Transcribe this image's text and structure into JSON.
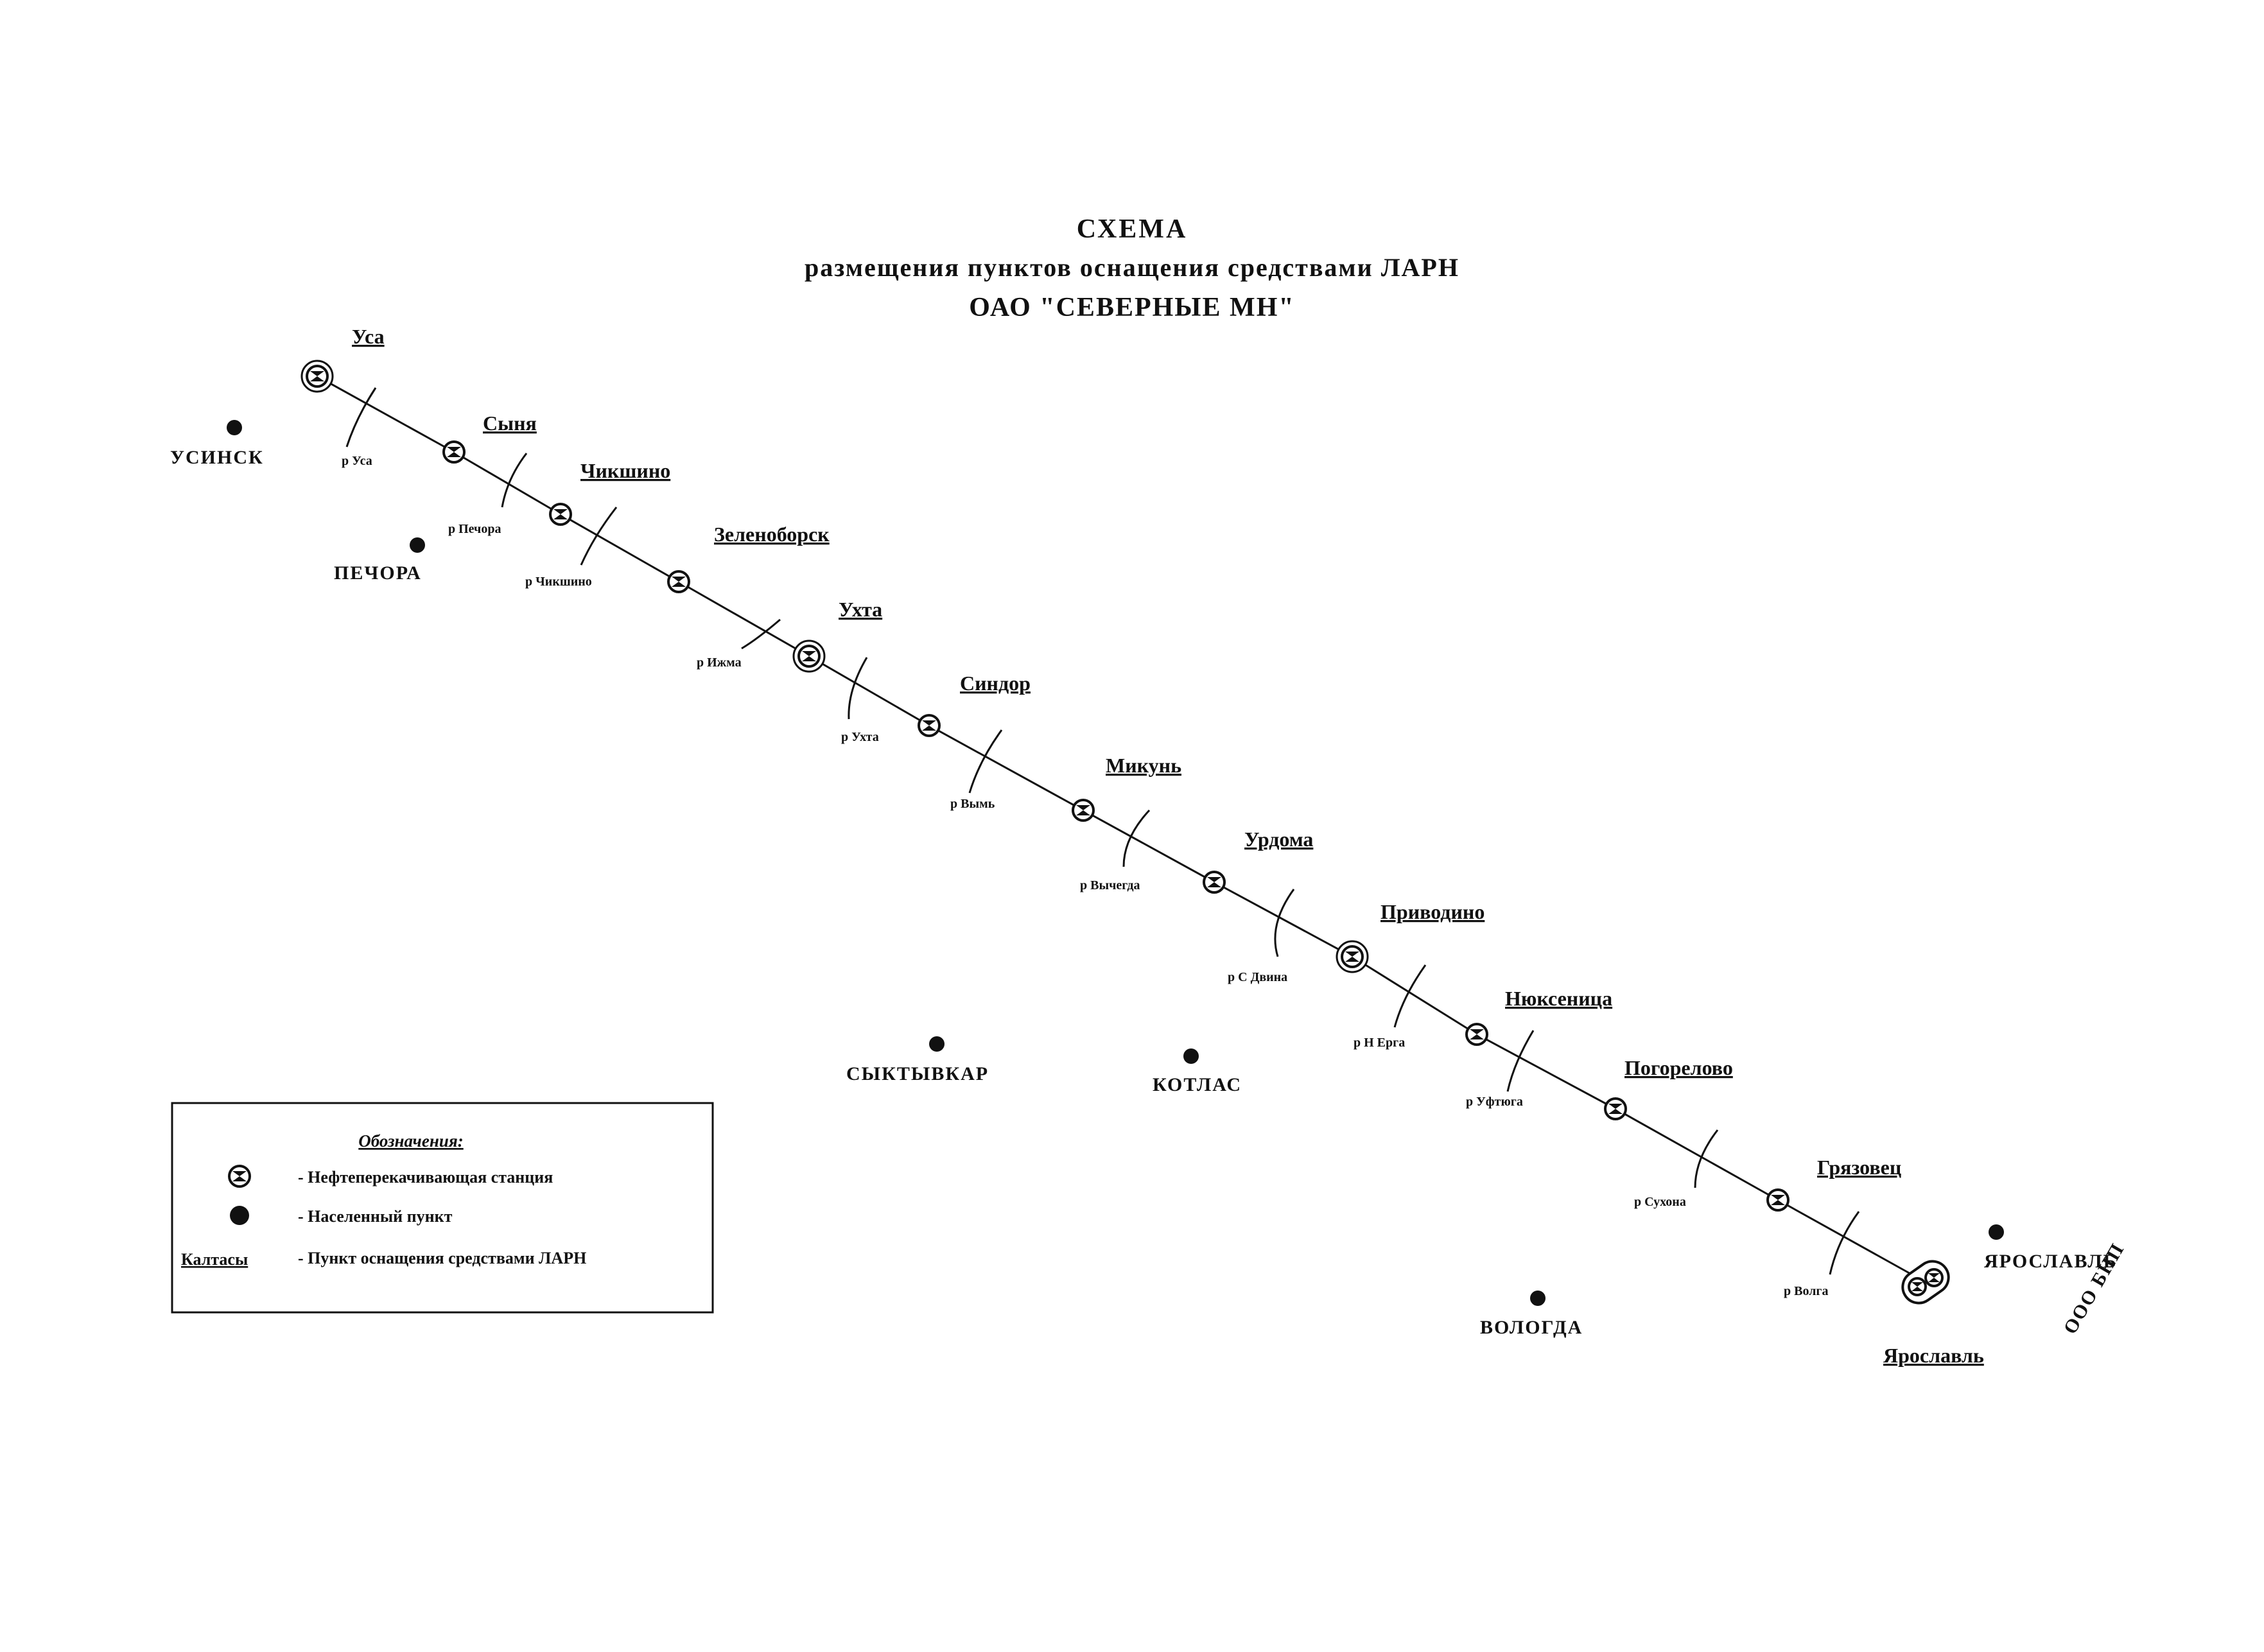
{
  "title": {
    "line1": "СХЕМА",
    "line2": "размещения пунктов оснащения средствами ЛАРН",
    "line3": "ОАО \"СЕВЕРНЫЕ МН\""
  },
  "colors": {
    "ink": "#111111",
    "background": "#ffffff"
  },
  "stations": [
    {
      "id": "usa",
      "name": "Уса",
      "type": "larn"
    },
    {
      "id": "synya",
      "name": "Сыня",
      "type": "pump"
    },
    {
      "id": "chikshino",
      "name": "Чикшино",
      "type": "pump"
    },
    {
      "id": "zelenoborsk",
      "name": "Зеленоборск",
      "type": "pump"
    },
    {
      "id": "ukhta",
      "name": "Ухта",
      "type": "larn"
    },
    {
      "id": "sindor",
      "name": "Синдор",
      "type": "pump"
    },
    {
      "id": "mikun",
      "name": "Микунь",
      "type": "pump"
    },
    {
      "id": "urdoma",
      "name": "Урдома",
      "type": "pump"
    },
    {
      "id": "privodino",
      "name": "Приводино",
      "type": "larn"
    },
    {
      "id": "nyuksenitsa",
      "name": "Нюксеница",
      "type": "pump"
    },
    {
      "id": "pogorelovo",
      "name": "Погорелово",
      "type": "pump"
    },
    {
      "id": "gryazovets",
      "name": "Грязовец",
      "type": "pump"
    },
    {
      "id": "yaroslavl",
      "name": "Ярославль",
      "type": "terminal"
    }
  ],
  "rivers": [
    {
      "id": "usa",
      "label": "р Уса"
    },
    {
      "id": "pechora",
      "label": "р Печора"
    },
    {
      "id": "chikshino",
      "label": "р Чикшино"
    },
    {
      "id": "izhma",
      "label": "р Ижма"
    },
    {
      "id": "ukhta",
      "label": "р Ухта"
    },
    {
      "id": "vym",
      "label": "р Вымь"
    },
    {
      "id": "vychegda",
      "label": "р Вычегда"
    },
    {
      "id": "sdvina",
      "label": "р С Двина"
    },
    {
      "id": "nerga",
      "label": "р Н Ерга"
    },
    {
      "id": "uftyuga",
      "label": "р Уфтюга"
    },
    {
      "id": "sukhona",
      "label": "р Сухона"
    },
    {
      "id": "volga",
      "label": "р Волга"
    }
  ],
  "towns": [
    {
      "id": "usinsk",
      "name": "УСИНСК"
    },
    {
      "id": "pechora",
      "name": "ПЕЧОРА"
    },
    {
      "id": "syktyvkar",
      "name": "СЫКТЫВКАР"
    },
    {
      "id": "kotlas",
      "name": "КОТЛАС"
    },
    {
      "id": "vologda",
      "name": "ВОЛОГДА"
    },
    {
      "id": "yaroslavl",
      "name": "ЯРОСЛАВЛЬ"
    }
  ],
  "terminal_operator": "ООО БНП",
  "legend": {
    "title": "Обозначения:",
    "items": [
      {
        "symbol": "pump",
        "text": "- Нефтеперекачивающая станция"
      },
      {
        "symbol": "town",
        "text": "- Населенный пункт"
      },
      {
        "symbol": "label",
        "sample": "Калтасы",
        "text": "- Пункт оснащения средствами ЛАРН"
      }
    ]
  }
}
